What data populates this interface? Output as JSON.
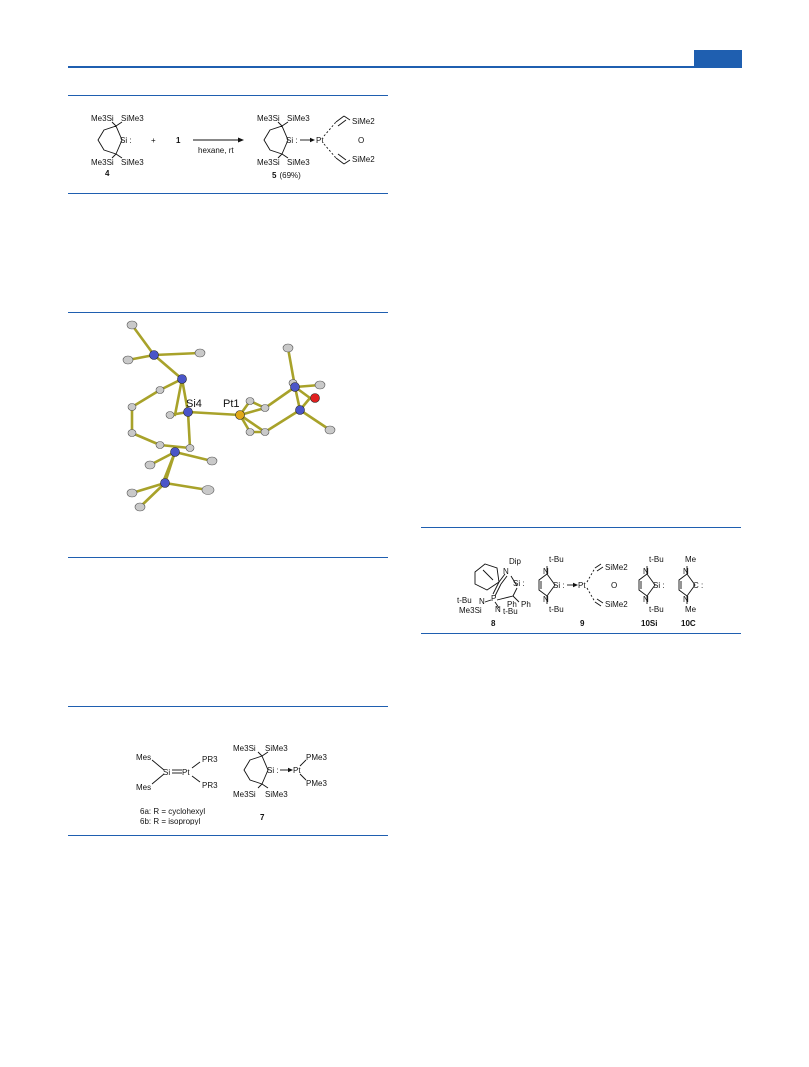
{
  "scheme1": {
    "reagent_top_left": "Me3Si",
    "reagent_top_right": "SiMe3",
    "reagent_bottom_left": "Me3Si",
    "reagent_bottom_right": "SiMe3",
    "reagent_center": "Si :",
    "reagent_number": "4",
    "plus": "+",
    "reactant_number": "1",
    "condition": "hexane, rt",
    "product_top_left": "Me3Si",
    "product_top_right": "SiMe3",
    "product_bottom_left": "Me3Si",
    "product_bottom_right": "SiMe3",
    "product_si": "Si :",
    "product_pt": "Pt",
    "product_simez_top": "SiMe2",
    "product_o": "O",
    "product_simez_bottom": "SiMe2",
    "product_number": "5",
    "product_yield": "(69%)"
  },
  "figure_ortep": {
    "si_label": "Si4",
    "pt_label": "Pt1"
  },
  "chart6": {
    "left_mes_top": "Mes",
    "left_mes_bottom": "Mes",
    "left_si": "Si",
    "left_pt": "Pt",
    "left_pr3_top": "PR3",
    "left_pr3_bottom": "PR3",
    "caption_a": "6a: R = cyclohexyl",
    "caption_b": "6b: R = isopropyl",
    "right_top_left": "Me3Si",
    "right_top_right": "SiMe3",
    "right_bottom_left": "Me3Si",
    "right_bottom_right": "SiMe3",
    "right_si": "Si :",
    "right_pt": "Pt",
    "right_pme3_top": "PMe3",
    "right_pme3_bottom": "PMe3",
    "right_number": "7"
  },
  "chart_right": {
    "c8_dip": "Dip",
    "c8_n": "N",
    "c8_si": "Si :",
    "c8_p": "P",
    "c8_tbu_left": "t-Bu",
    "c8_n_left": "N",
    "c8_n_right": "N",
    "c8_me3si": "Me3Si",
    "c8_ph1": "Ph",
    "c8_ph2": "Ph",
    "c8_tbu_bottom": "t-Bu",
    "c8_number": "8",
    "c9_tbu_top": "t-Bu",
    "c9_n_top": "N",
    "c9_si": "Si :",
    "c9_n_bottom": "N",
    "c9_tbu_bottom": "t-Bu",
    "c9_pt": "Pt",
    "c9_simez_top": "SiMe2",
    "c9_o": "O",
    "c9_simez_bottom": "SiMe2",
    "c9_number": "9",
    "c10si_tbu_top": "t-Bu",
    "c10si_n_top": "N",
    "c10si_si": "Si :",
    "c10si_n_bottom": "N",
    "c10si_tbu_bottom": "t-Bu",
    "c10si_number": "10Si",
    "c10c_me_top": "Me",
    "c10c_n_top": "N",
    "c10c_c": "C :",
    "c10c_n_bottom": "N",
    "c10c_me_bottom": "Me",
    "c10c_number": "10C"
  }
}
